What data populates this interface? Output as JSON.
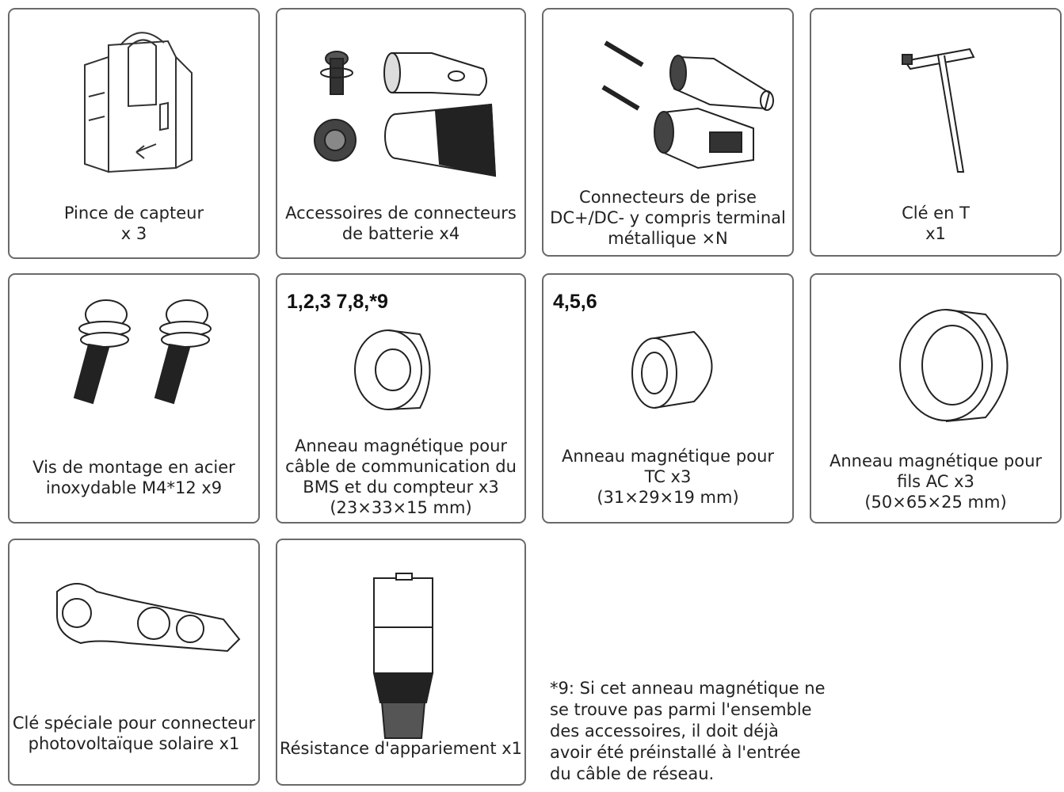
{
  "items": [
    {
      "name": "Pince de capteur",
      "qty": "x 3"
    },
    {
      "name": "Accessoires de connecteurs\nde batterie  x4"
    },
    {
      "name": "Connecteurs de prise\nDC+/DC- y compris terminal\nmétallique ×N"
    },
    {
      "name": "Clé en T",
      "qty": "x1"
    },
    {
      "name": "Vis de montage en acier\ninoxydable M4*12  x9"
    },
    {
      "label": "1,2,3 7,8,*9",
      "name": "Anneau magnétique pour\ncâble de communication du\nBMS et du compteur x3\n(23×33×15 mm)"
    },
    {
      "label": "4,5,6",
      "name": "Anneau magnétique pour\nTC x3\n(31×29×19 mm)"
    },
    {
      "name": "Anneau magnétique pour\nfils AC x3\n(50×65×25 mm)"
    },
    {
      "name": "Clé spéciale pour connecteur\nphotovoltaïque solaire x1"
    },
    {
      "name": "Résistance d'appariement x1"
    }
  ],
  "footnote": "*9: Si cet anneau magnétique ne\nse trouve pas parmi l'ensemble\ndes accessoires, il doit déjà\navoir été préinstallé à l'entrée\ndu câble de réseau."
}
